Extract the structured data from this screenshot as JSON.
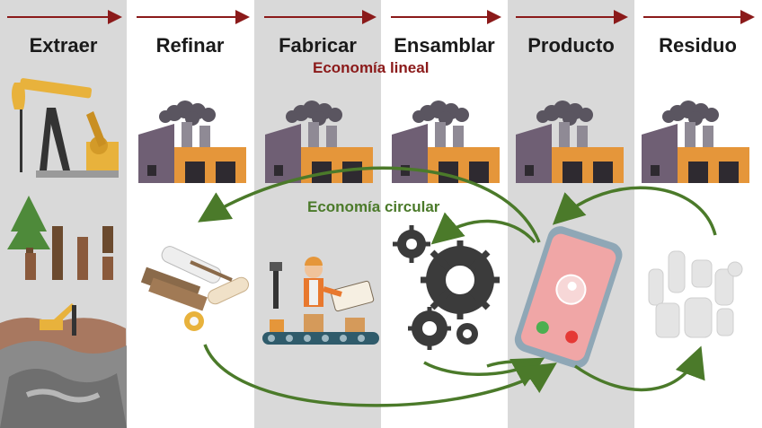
{
  "stages": [
    {
      "label": "Extraer",
      "icon": "oil-pump-icon"
    },
    {
      "label": "Refinar",
      "icon": "factory-icon"
    },
    {
      "label": "Fabricar",
      "icon": "factory-icon"
    },
    {
      "label": "Ensamblar",
      "icon": "factory-icon"
    },
    {
      "label": "Producto",
      "icon": "factory-icon"
    },
    {
      "label": "Residuo",
      "icon": "factory-icon"
    }
  ],
  "titles": {
    "linear": "Economía lineal",
    "circular": "Economía circular"
  },
  "colors": {
    "linear": "#8b1a1a",
    "circular": "#4b7a2a",
    "column_gray": "#d9d9d9",
    "factory_orange": "#e5963a",
    "factory_purple": "#6f5f74",
    "smoke": "#5a5560"
  },
  "circular_icons": [
    "raw-materials-icon",
    "assembly-worker-icon",
    "gears-icon",
    "smartphone-icon",
    "plastic-waste-icon",
    "tree-forest-icon",
    "mining-excavator-icon"
  ]
}
